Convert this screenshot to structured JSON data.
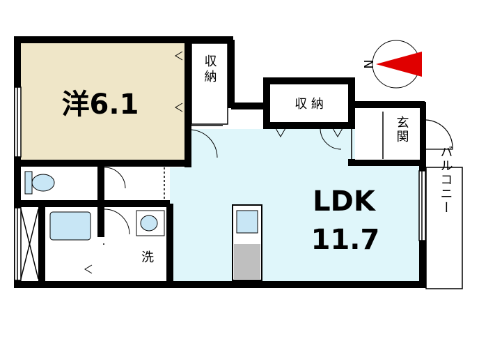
{
  "compass": {
    "label": "N",
    "arrow_color": "#e00000"
  },
  "colors": {
    "wall": "#000000",
    "western_room": "#efe6c8",
    "ldk": "#dff6fa",
    "fixture": "#c8e6f5",
    "kitchen_floor": "#bfbfbf"
  },
  "rooms": {
    "western_room": {
      "label": "洋6.1"
    },
    "closet_west": {
      "label": "収納"
    },
    "closet_center": {
      "label": "収 納"
    },
    "entrance": {
      "label": "玄関"
    },
    "ldk": {
      "line1": "LDK",
      "line2": "11.7"
    },
    "washroom": {
      "label": "洗"
    },
    "balcony": {
      "label": "バルコニー"
    }
  }
}
